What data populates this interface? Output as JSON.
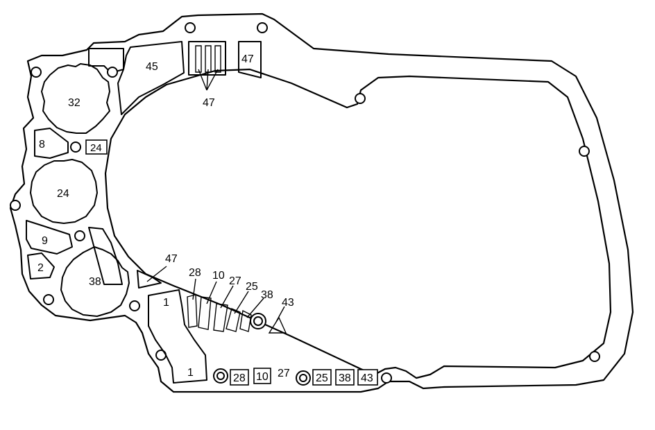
{
  "labels": {
    "p32": "32",
    "p45": "45",
    "p47_top": "47",
    "p47_box": "47",
    "p8": "8",
    "p24_box": "24",
    "p24": "24",
    "p9": "9",
    "p2": "2",
    "p38": "38",
    "p47_low": "47",
    "p1_upper": "1",
    "p1_lower": "1",
    "c28": "28",
    "c10": "10",
    "c27": "27",
    "c25": "25",
    "c38": "38",
    "c43": "43",
    "b28": "28",
    "b10": "10",
    "b27": "27",
    "b25": "25",
    "b38": "38",
    "b43": "43"
  }
}
